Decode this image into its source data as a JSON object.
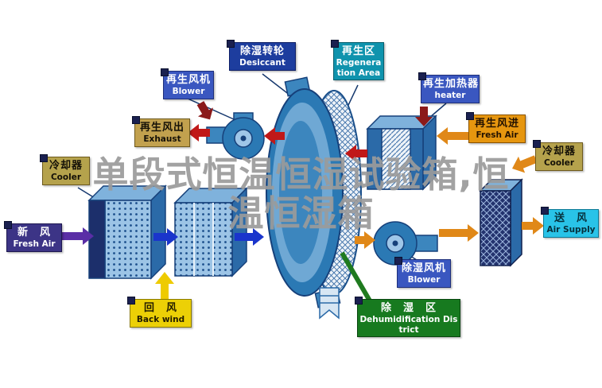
{
  "page": {
    "title": "单段式恒温恒湿试验箱,恒温恒湿箱"
  },
  "watermark": {
    "line1": "单段式恒温恒湿试验箱,恒",
    "line2": "温恒湿箱",
    "color": "#9b9b9b"
  },
  "labels": {
    "desiccant_wheel": {
      "zh": "除湿转轮",
      "en": "Desiccant",
      "bg": "#1d3d9e",
      "fg": "#ffffff"
    },
    "regeneration_area": {
      "zh": "再生区",
      "en": "Regeneration Area",
      "bg": "#0f93ad",
      "fg": "#ffffff"
    },
    "regen_blower": {
      "zh": "再生风机",
      "en": "Blower",
      "bg": "#3a57c0",
      "fg": "#ffffff"
    },
    "regen_heater": {
      "zh": "再生加热器",
      "en": "heater",
      "bg": "#3a57c0",
      "fg": "#ffffff"
    },
    "regen_air_out": {
      "zh": "再生风出",
      "en": "Exhaust",
      "bg": "#c2a14e",
      "fg": "#141007"
    },
    "regen_air_in": {
      "zh": "再生风进",
      "en": "Fresh Air",
      "bg": "#e6960f",
      "fg": "#241200"
    },
    "cooler_left": {
      "zh": "冷却器",
      "en": "Cooler",
      "bg": "#b5a24c",
      "fg": "#141007"
    },
    "cooler_right": {
      "zh": "冷却器",
      "en": "Cooler",
      "bg": "#b5a24c",
      "fg": "#141007"
    },
    "fresh_air_inlet": {
      "zh": "新　风",
      "en": "Fresh Air",
      "bg": "#3c3486",
      "fg": "#ffffff"
    },
    "air_supply": {
      "zh": "送　风",
      "en": "Air Supply",
      "bg": "#29c3e8",
      "fg": "#06303c"
    },
    "back_wind": {
      "zh": "回　风",
      "en": "Back wind",
      "bg": "#ecd006",
      "fg": "#221c00"
    },
    "dehum_blower": {
      "zh": "除湿风机",
      "en": "Blower",
      "bg": "#3a57c0",
      "fg": "#ffffff"
    },
    "dehum_district": {
      "zh": "除　湿　区",
      "en": "Dehumidification District",
      "bg": "#177a1f",
      "fg": "#ffffff"
    }
  },
  "colors": {
    "wheel_blue": "#2b79b4",
    "box_blue": "#2b6aa8",
    "arrow_red": "#c01818",
    "arrow_dark_red": "#8b1a1a",
    "arrow_orange": "#e08818",
    "arrow_blue": "#1a35cc",
    "arrow_purple": "#5a2ea6",
    "arrow_yellow": "#eecb00",
    "line_green": "#1f7a1f"
  }
}
